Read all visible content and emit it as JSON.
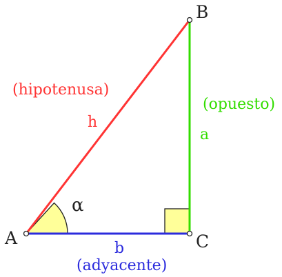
{
  "vertices": {
    "a": "A",
    "b": "B",
    "c": "C"
  },
  "sides": {
    "hypotenuse": {
      "letter": "h",
      "name": "(hipotenusa)"
    },
    "opposite": {
      "letter": "a",
      "name": "(opuesto)"
    },
    "adjacent": {
      "letter": "b",
      "name": "(adyacente)"
    }
  },
  "angle": {
    "symbol": "α"
  },
  "colors": {
    "hypotenuse": "#ff3333",
    "opposite": "#33dd00",
    "adjacent": "#2b2bdd",
    "angle_fill": "#ffff99",
    "vertex_text": "#222222"
  }
}
